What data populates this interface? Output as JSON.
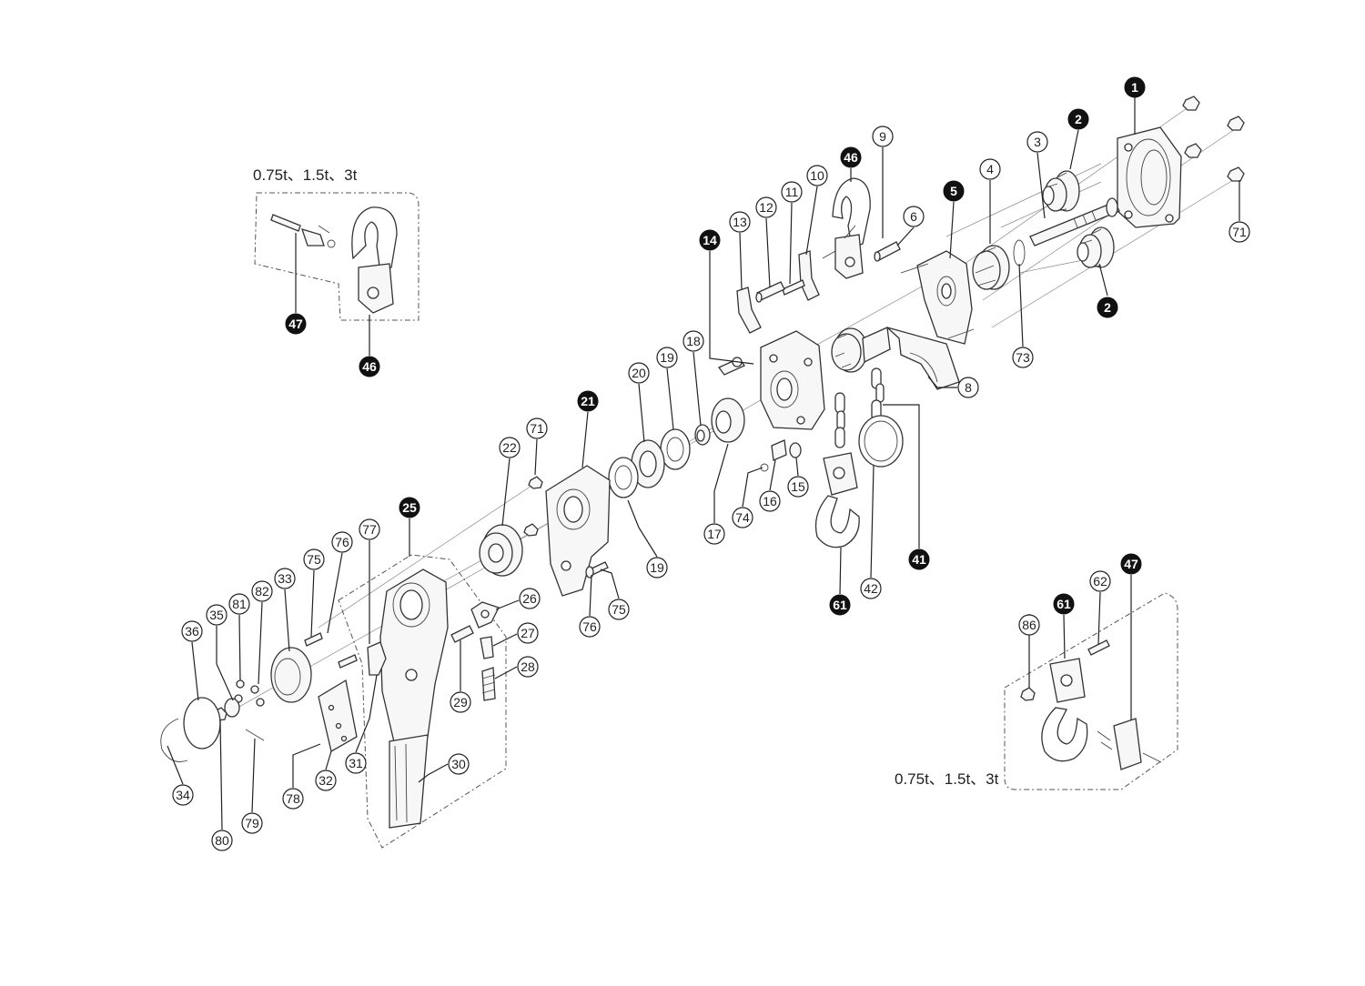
{
  "diagram": {
    "variant_note_top": "0.75t、1.5t、3t",
    "variant_note_bottom": "0.75t、1.5t、3t",
    "callouts": {
      "c1": "1",
      "c2a": "2",
      "c2b": "2",
      "c3": "3",
      "c4": "4",
      "c5": "5",
      "c6": "6",
      "c71a": "71",
      "c73": "73",
      "c8": "8",
      "c9": "9",
      "c10": "10",
      "c11": "11",
      "c12": "12",
      "c13": "13",
      "c14": "14",
      "c46a": "46",
      "c18": "18",
      "c19a": "19",
      "c20": "20",
      "c21": "21",
      "c71b": "71",
      "c22": "22",
      "c19b": "19",
      "c17": "17",
      "c74": "74",
      "c16": "16",
      "c15": "15",
      "c41": "41",
      "c42": "42",
      "c61a": "61",
      "c25": "25",
      "c26": "26",
      "c27": "27",
      "c28": "28",
      "c29": "29",
      "c30": "30",
      "c75a": "75",
      "c76a": "76",
      "c75b": "75",
      "c76b": "76",
      "c77": "77",
      "c33": "33",
      "c82": "82",
      "c81": "81",
      "c35": "35",
      "c36": "36",
      "c34": "34",
      "c80": "80",
      "c79": "79",
      "c78": "78",
      "c32": "32",
      "c31": "31",
      "c47a": "47",
      "c46b": "46",
      "c86": "86",
      "c61b": "61",
      "c62": "62",
      "c47b": "47"
    }
  }
}
